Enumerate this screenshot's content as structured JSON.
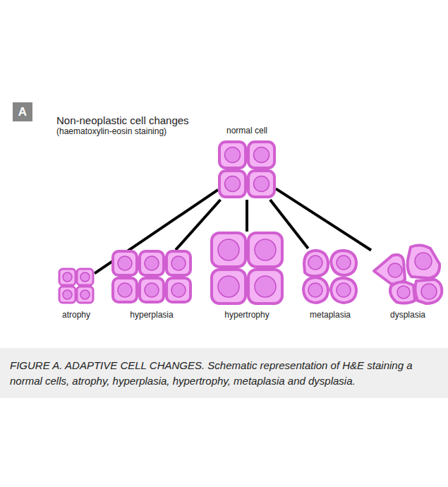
{
  "diagram": {
    "title": "Non-neoplastic cell changes",
    "caption": "FIGURE A. ADAPTIVE CELL CHANGES. Schematic representation of H&E staining a normal cells, atrophy, hyperplasia, hypertrophy, metaplasia and dysplasia.",
    "nodes": [
      {
        "text": [
          "A"
        ]
      },
      {
        "text": [
          "normal cell"
        ]
      },
      {
        "text": [
          "atrophy"
        ]
      },
      {
        "text": [
          "hyperplasia"
        ]
      },
      {
        "text": [
          "hypertrophy"
        ]
      },
      {
        "text": [
          "metaplasia"
        ]
      },
      {
        "text": [
          "dysplasia"
        ]
      }
    ],
    "edges": [
      {
        "from": 1,
        "to": 2,
        "arrow": "none"
      },
      {
        "from": 1,
        "to": 3,
        "arrow": "none"
      },
      {
        "from": 1,
        "to": 4,
        "arrow": "none"
      },
      {
        "from": 1,
        "to": 5,
        "arrow": "none"
      },
      {
        "from": 1,
        "to": 6,
        "arrow": "none"
      }
    ],
    "labels": [
      "(haematoxylin-eosin staining)"
    ]
  }
}
